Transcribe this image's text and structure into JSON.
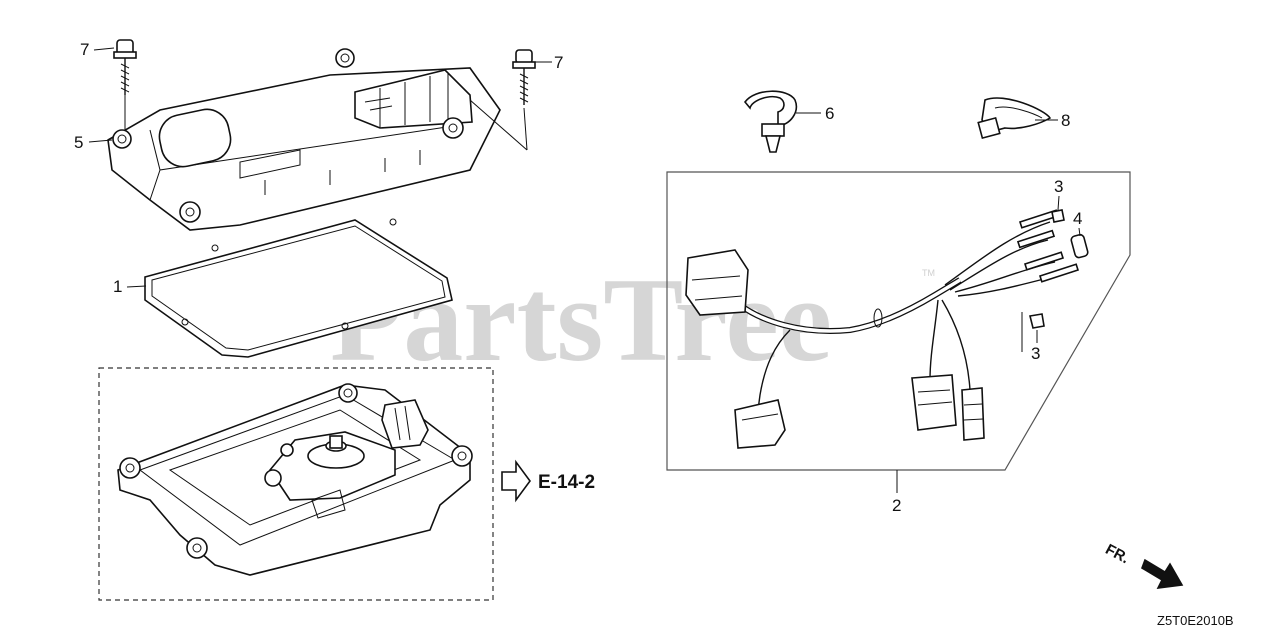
{
  "watermark": {
    "text": "PartsTree",
    "trademark": "TM"
  },
  "callouts": [
    {
      "id": "bolt-left",
      "label": "7"
    },
    {
      "id": "bolt-right",
      "label": "7"
    },
    {
      "id": "washer",
      "label": "5"
    },
    {
      "id": "gasket",
      "label": "1"
    },
    {
      "id": "clamp",
      "label": "6"
    },
    {
      "id": "tie-band",
      "label": "8"
    },
    {
      "id": "terminal-cap-top",
      "label": "3"
    },
    {
      "id": "sleeve",
      "label": "4"
    },
    {
      "id": "terminal-cap-bottom",
      "label": "3"
    },
    {
      "id": "harness",
      "label": "2"
    }
  ],
  "reference": {
    "label": "E-14-2"
  },
  "direction": {
    "label": "FR."
  },
  "diagram_code": "Z5T0E2010B"
}
